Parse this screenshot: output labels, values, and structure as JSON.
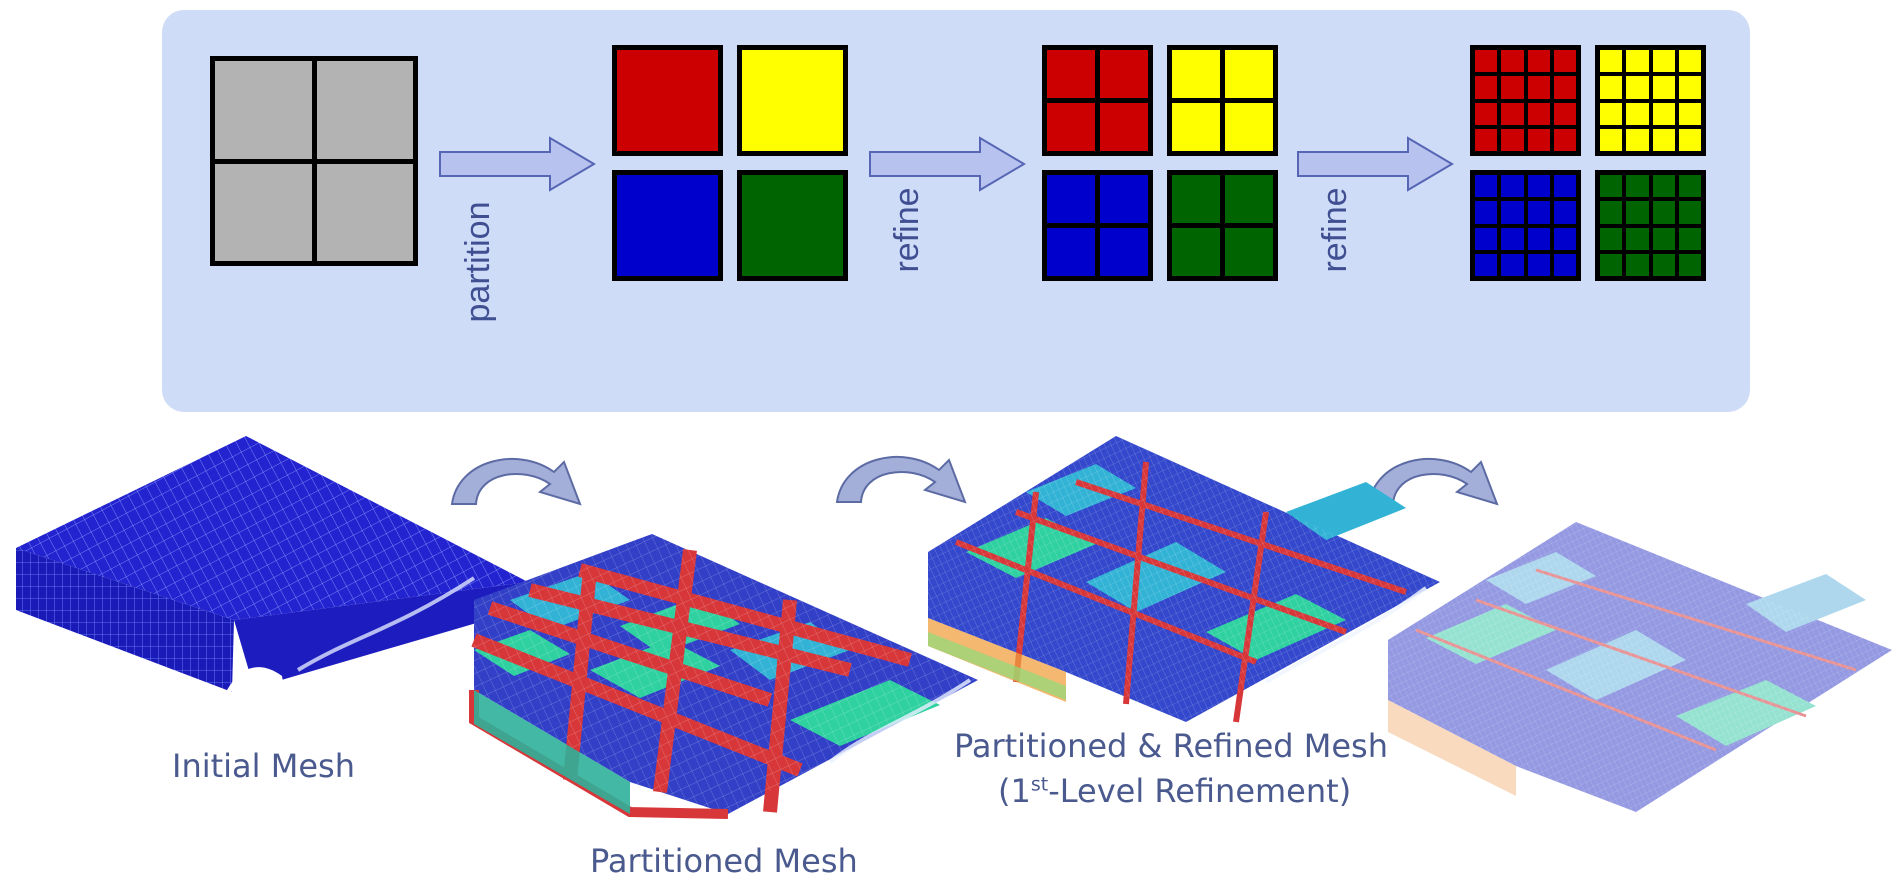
{
  "top_panel": {
    "labels": {
      "partition": "partition",
      "refine_1": "refine",
      "refine_2": "refine"
    },
    "colors": {
      "gray": "#b3b3b3",
      "red": "#cc0000",
      "yellow": "#ffff00",
      "blue": "#0000cc",
      "green": "#006400",
      "arrow_fill": "#b7c2ef",
      "arrow_stroke": "#5665b4"
    },
    "stages": [
      {
        "name": "initial",
        "blocks": [
          {
            "color": "#b3b3b3",
            "subdivisions": 2
          }
        ]
      },
      {
        "name": "partitioned",
        "blocks": [
          {
            "color": "#cc0000",
            "subdivisions": 1
          },
          {
            "color": "#ffff00",
            "subdivisions": 1
          },
          {
            "color": "#0000cc",
            "subdivisions": 1
          },
          {
            "color": "#006400",
            "subdivisions": 1
          }
        ]
      },
      {
        "name": "refined-1",
        "blocks": [
          {
            "color": "#cc0000",
            "subdivisions": 2
          },
          {
            "color": "#ffff00",
            "subdivisions": 2
          },
          {
            "color": "#0000cc",
            "subdivisions": 2
          },
          {
            "color": "#006400",
            "subdivisions": 2
          }
        ]
      },
      {
        "name": "refined-2",
        "blocks": [
          {
            "color": "#cc0000",
            "subdivisions": 4
          },
          {
            "color": "#ffff00",
            "subdivisions": 4
          },
          {
            "color": "#0000cc",
            "subdivisions": 4
          },
          {
            "color": "#006400",
            "subdivisions": 4
          }
        ]
      }
    ]
  },
  "bottom": {
    "captions": {
      "initial": "Initial Mesh",
      "partitioned": "Partitioned Mesh",
      "refined_line1": "Partitioned & Refined  Mesh",
      "refined_line2_pre": "(1",
      "refined_line2_sup": "st",
      "refined_line2_post": "-Level Refinement)"
    },
    "mesh_colors": {
      "initial": "#2323d0",
      "partition_blue": "#3240c8",
      "partition_green": "#2fd1a0",
      "partition_cyan": "#32b3d6",
      "partition_red": "#d8373a"
    }
  }
}
